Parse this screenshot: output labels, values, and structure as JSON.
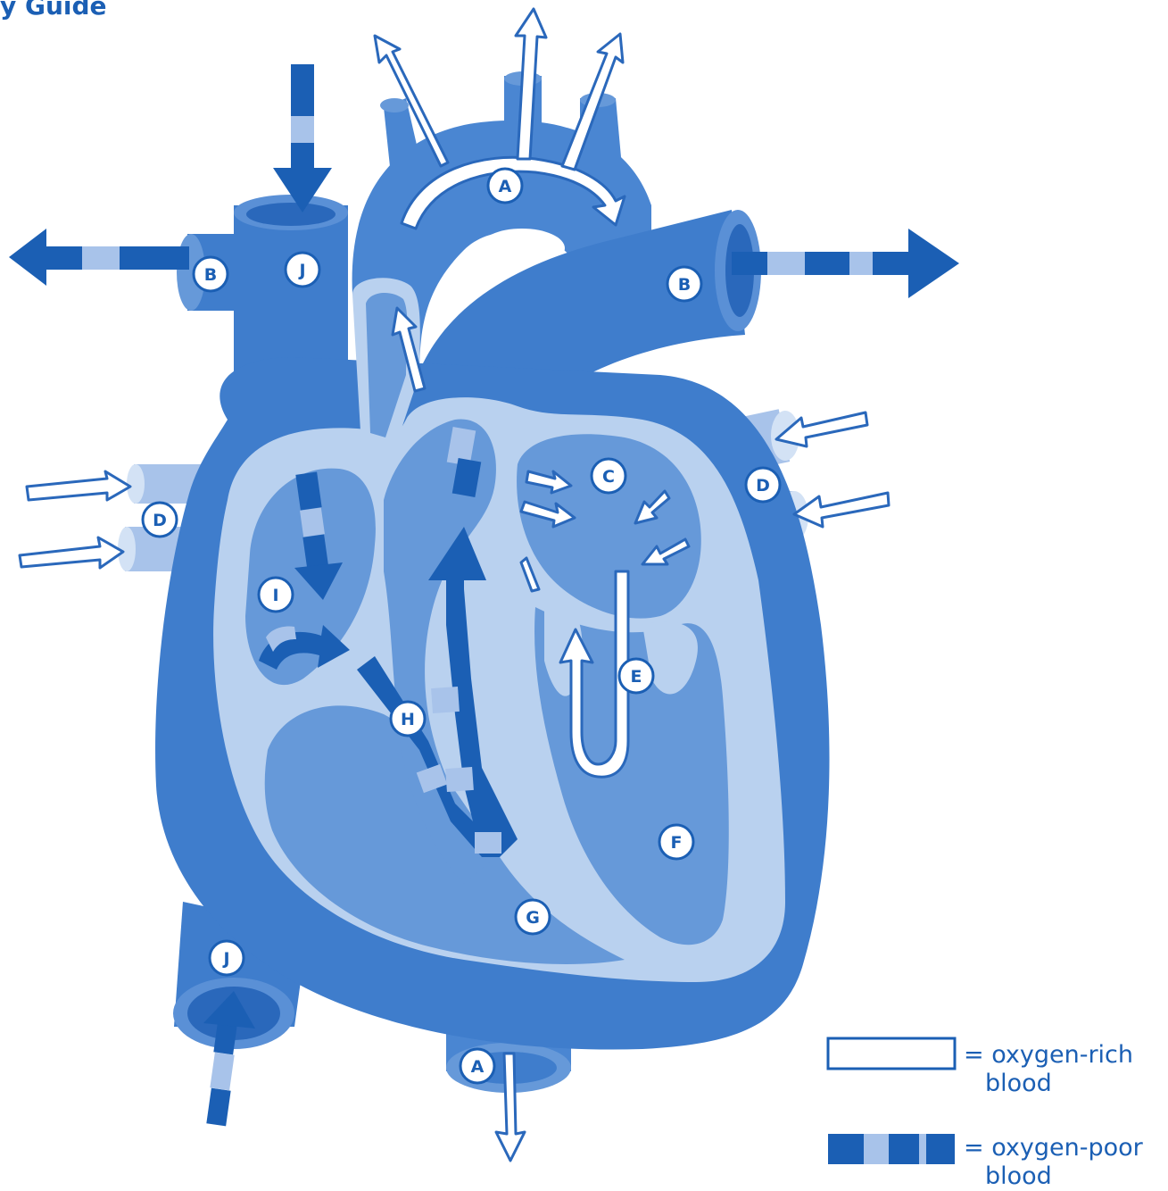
{
  "header": {
    "title": "y Guide"
  },
  "labels": {
    "A_top": "A",
    "A_bottom": "A",
    "B_left": "B",
    "B_right": "B",
    "C": "C",
    "D_left": "D",
    "D_right": "D",
    "E": "E",
    "F": "F",
    "G": "G",
    "H": "H",
    "I": "I",
    "J_top": "J",
    "J_bottom": "J"
  },
  "legend": {
    "rich_line1": "= oxygen-rich",
    "rich_line2": "blood",
    "poor_line1": "= oxygen-poor",
    "poor_line2": "blood"
  },
  "colors": {
    "body": "#3f7dcc",
    "dark": "#1b5fb4",
    "chamber": "#6699d9",
    "wall": "#b9d1ef",
    "stripe_light": "#a8c3ea",
    "outline": "#ffffff"
  }
}
